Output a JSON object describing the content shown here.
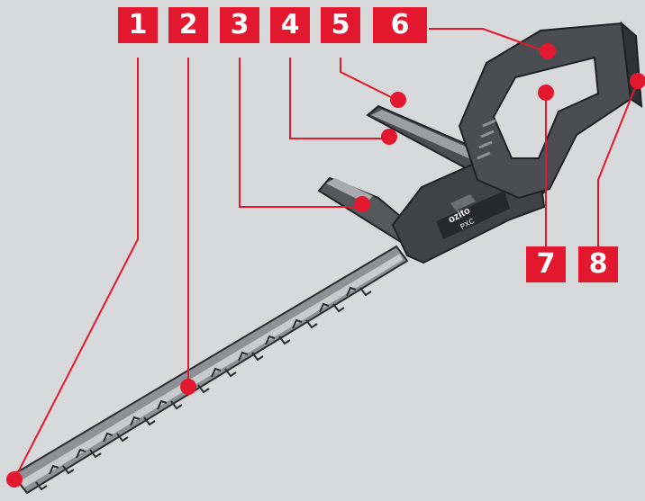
{
  "diagram": {
    "callouts": [
      {
        "number": "1"
      },
      {
        "number": "2"
      },
      {
        "number": "3"
      },
      {
        "number": "4"
      },
      {
        "number": "5"
      },
      {
        "number": "6"
      },
      {
        "number": "7"
      },
      {
        "number": "8"
      }
    ],
    "brand": {
      "name": "ozito",
      "line": "PXC"
    }
  },
  "colors": {
    "accent": "#e3182f",
    "body": "#4a4d52",
    "background": "#d8d9da"
  }
}
